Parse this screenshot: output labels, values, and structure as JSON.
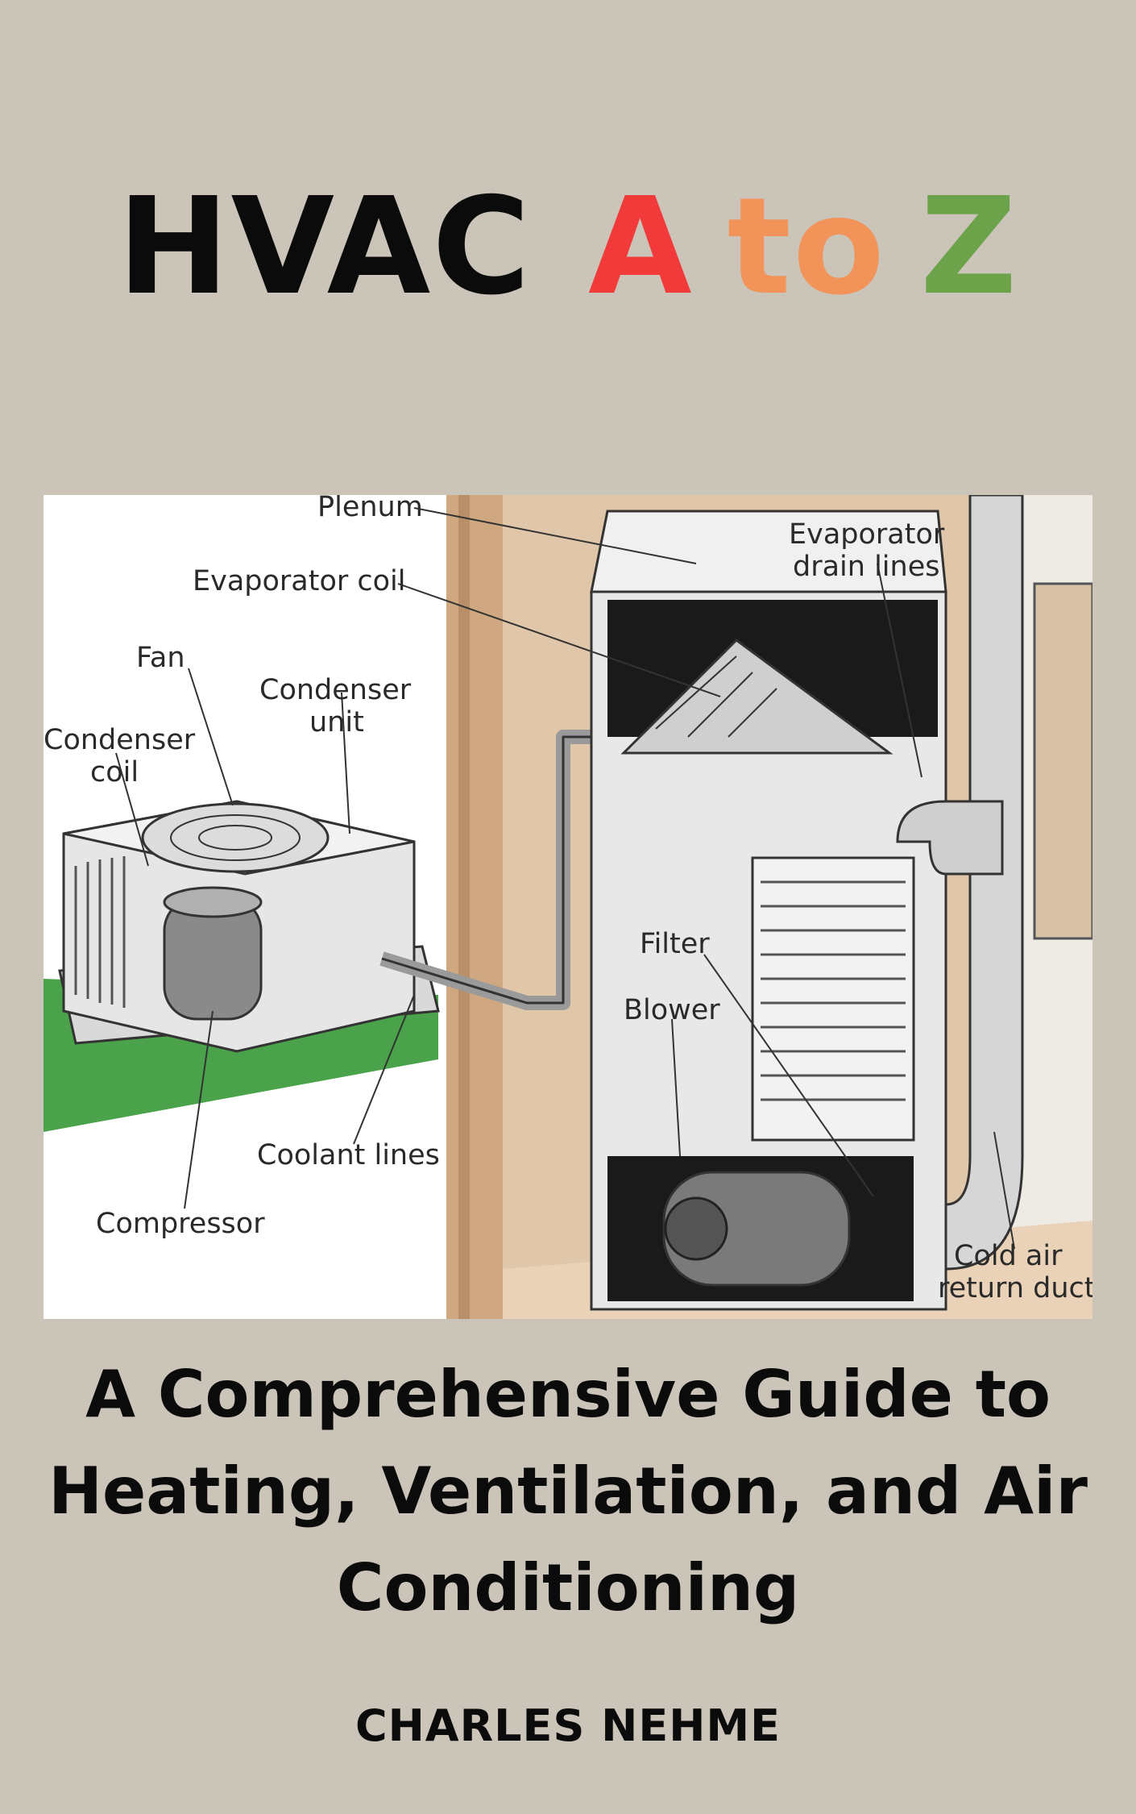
{
  "title": {
    "main": "HVAC",
    "a": "A",
    "to": "to",
    "z": "Z",
    "colors": {
      "main": "#0b0b0b",
      "a": "#f23a3a",
      "to": "#f2935a",
      "z": "#6ca34a"
    }
  },
  "illustration": {
    "labels": {
      "plenum": "Plenum",
      "evaporator_coil": "Evaporator coil",
      "evaporator_drain_1": "Evaporator",
      "evaporator_drain_2": "drain lines",
      "fan": "Fan",
      "condenser_unit_1": "Condenser",
      "condenser_unit_2": "unit",
      "condenser_coil_1": "Condenser",
      "condenser_coil_2": "coil",
      "filter": "Filter",
      "blower": "Blower",
      "coolant_lines": "Coolant lines",
      "compressor": "Compressor",
      "cold_air_1": "Cold air",
      "cold_air_2": "return duct"
    }
  },
  "subtitle": "A Comprehensive Guide to Heating, Ventilation, and Air Conditioning",
  "author": "CHARLES NEHME"
}
